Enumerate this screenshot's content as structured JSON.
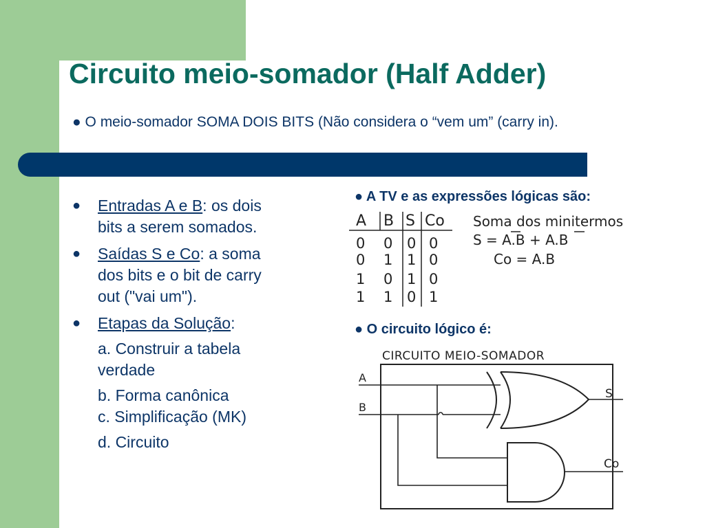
{
  "title": "Circuito meio-somador (Half Adder)",
  "subtitle": "● O meio-somador SOMA DOIS BITS (Não considera o “vem um” (carry in).",
  "left": {
    "bullet_glyph": "●",
    "items": [
      {
        "underlined": "Entradas A e B",
        "rest": ": os dois bits a serem somados."
      },
      {
        "underlined": "Saídas S e Co",
        "rest": ": a soma dos bits e o bit de carry out (\"vai um\")."
      },
      {
        "underlined": "Etapas da Solução",
        "rest": ":"
      }
    ],
    "steps": [
      "a. Construir a tabela verdade",
      "b. Forma canônica",
      "c. Simplificação (MK)",
      "d. Circuito"
    ]
  },
  "right": {
    "tv_heading": "● A TV e as expressões lógicas são:",
    "circuit_heading": "● O circuito lógico é:",
    "truth_table": {
      "headers": [
        "A",
        "B",
        "S",
        "Co"
      ],
      "rows": [
        [
          "0",
          "0",
          "0",
          "0"
        ],
        [
          "0",
          "1",
          "1",
          "0"
        ],
        [
          "1",
          "0",
          "1",
          "0"
        ],
        [
          "1",
          "1",
          "0",
          "1"
        ]
      ]
    },
    "expressions": {
      "line1": "Soma dos minitermos",
      "s_prefix": "S   = ",
      "s_term1_a": "A",
      "s_term1_b": ".B + A.",
      "s_term2_b": "B",
      "co": "Co = A.B"
    },
    "circuit": {
      "title": "CIRCUITO MEIO-SOMADOR",
      "input_a": "A",
      "input_b": "B",
      "output_s": "S",
      "output_co": "Co"
    }
  }
}
